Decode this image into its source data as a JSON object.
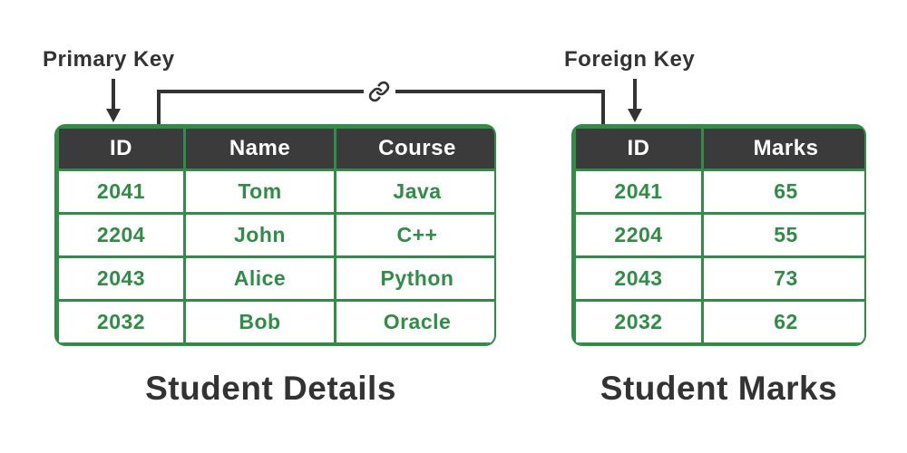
{
  "colors": {
    "green": "#2f8d46",
    "dark": "#3b3b3b",
    "label_text": "#333333",
    "header_text": "#ffffff",
    "background": "#ffffff"
  },
  "annotations": {
    "primary_key_label": "Primary Key",
    "foreign_key_label": "Foreign Key"
  },
  "icons": {
    "link": "link-icon",
    "primary_key_arrow": "arrow-down-icon",
    "foreign_key_arrow": "arrow-down-icon"
  },
  "tables": [
    {
      "caption": "Student Details",
      "columns": [
        "ID",
        "Name",
        "Course"
      ],
      "rows": [
        [
          "2041",
          "Tom",
          "Java"
        ],
        [
          "2204",
          "John",
          "C++"
        ],
        [
          "2043",
          "Alice",
          "Python"
        ],
        [
          "2032",
          "Bob",
          "Oracle"
        ]
      ]
    },
    {
      "caption": "Student Marks",
      "columns": [
        "ID",
        "Marks"
      ],
      "rows": [
        [
          "2041",
          "65"
        ],
        [
          "2204",
          "55"
        ],
        [
          "2043",
          "73"
        ],
        [
          "2032",
          "62"
        ]
      ]
    }
  ]
}
